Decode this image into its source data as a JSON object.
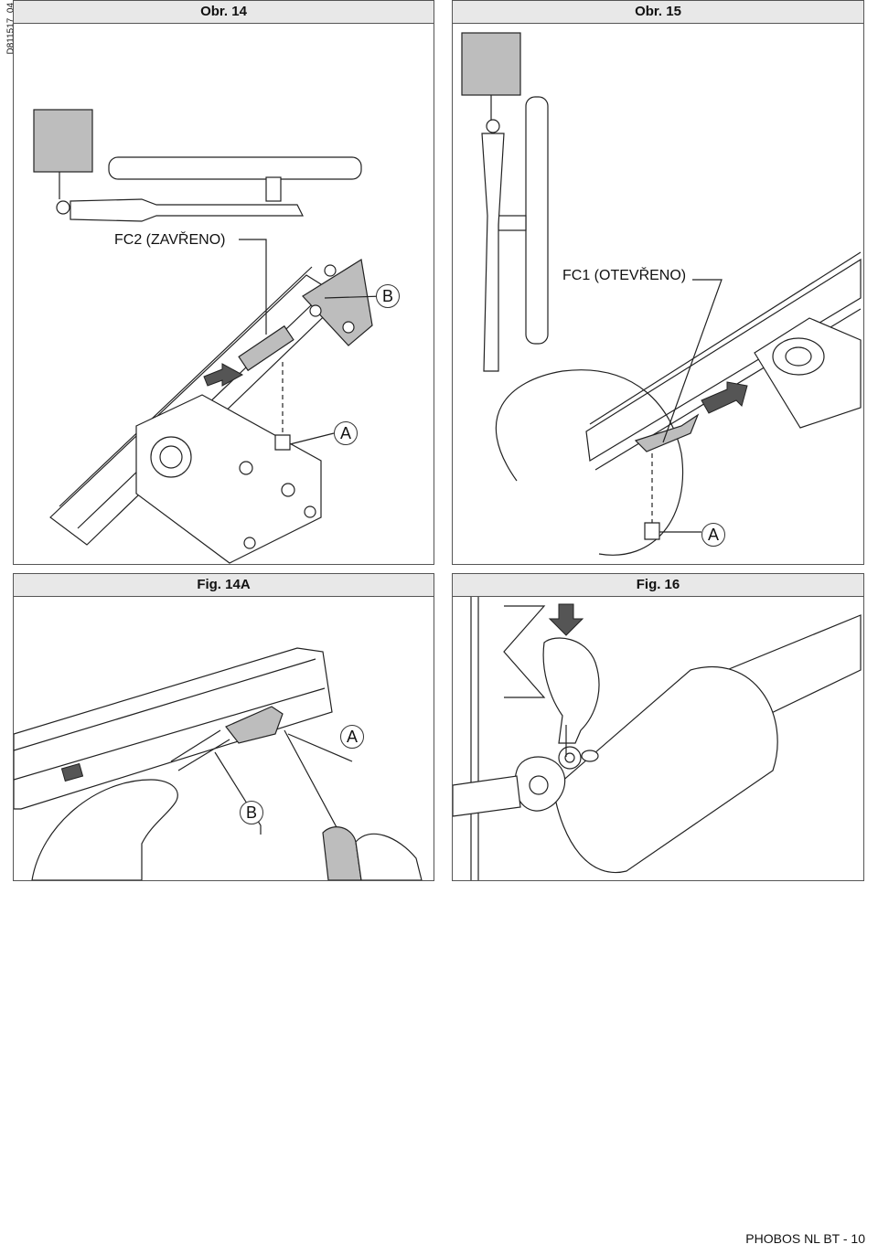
{
  "document": {
    "code": "D811517_04",
    "footer": "PHOBOS NL BT - 10"
  },
  "panels": {
    "obr14": {
      "title": "Obr. 14",
      "label_fc2": "FC2 (ZAVŘENO)",
      "callout_b": "B",
      "callout_a": "A"
    },
    "obr15": {
      "title": "Obr. 15",
      "label_fc1": "FC1 (OTEVŘENO)",
      "callout_a": "A"
    },
    "fig14a": {
      "title": "Fig. 14A",
      "callout_a": "A",
      "callout_b": "B"
    },
    "fig16": {
      "title": "Fig. 16"
    }
  }
}
